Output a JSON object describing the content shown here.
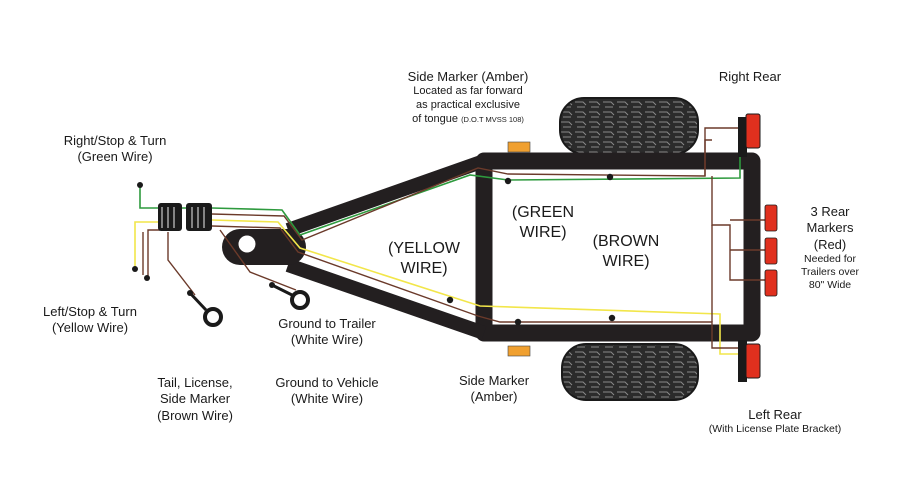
{
  "labels": {
    "side_marker_front": {
      "title": "Side Marker (Amber)",
      "line1": "Located as far forward",
      "line2": "as practical exclusive",
      "line3_main": "of tongue",
      "line3_small": "(D.O.T MVSS 108)"
    },
    "right_rear": "Right Rear",
    "right_stop_turn": {
      "line1": "Right/Stop & Turn",
      "line2": "(Green Wire)"
    },
    "green_wire": {
      "line1": "(GREEN",
      "line2": "WIRE)"
    },
    "yellow_wire": {
      "line1": "(YELLOW",
      "line2": "WIRE)"
    },
    "brown_wire": {
      "line1": "(BROWN",
      "line2": "WIRE)"
    },
    "rear_markers": {
      "line1": "3 Rear",
      "line2": "Markers",
      "line3": "(Red)",
      "line4": "Needed for",
      "line5": "Trailers over",
      "line6": "80\" Wide"
    },
    "left_stop_turn": {
      "line1": "Left/Stop & Turn",
      "line2": "(Yellow Wire)"
    },
    "ground_trailer": {
      "line1": "Ground to Trailer",
      "line2": "(White Wire)"
    },
    "tail_license": {
      "line1": "Tail, License,",
      "line2": "Side Marker",
      "line3": "(Brown Wire)"
    },
    "ground_vehicle": {
      "line1": "Ground to Vehicle",
      "line2": "(White Wire)"
    },
    "side_marker_rear": {
      "line1": "Side Marker",
      "line2": "(Amber)"
    },
    "left_rear": {
      "line1": "Left Rear",
      "line2": "(With License Plate Bracket)"
    }
  },
  "colors": {
    "frame": "#231f20",
    "tire": "#2b2b2b",
    "green_wire": "#2e9a3e",
    "yellow_wire": "#f2e64a",
    "brown_wire": "#6b3a2a",
    "amber": "#f0a030",
    "red": "#e0301e"
  }
}
